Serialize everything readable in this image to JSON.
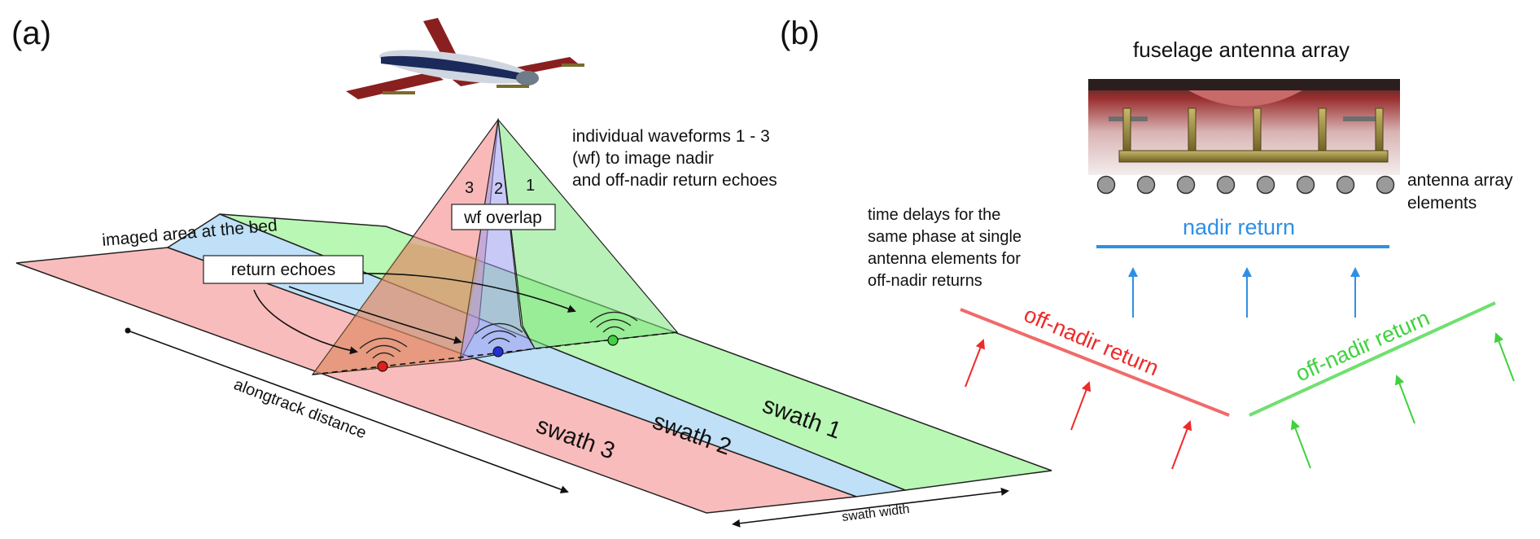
{
  "panel_a": {
    "label": "(a)",
    "waveform_description": [
      "individual waveforms 1 - 3",
      "(wf) to image nadir",
      "and off-nadir return echoes"
    ],
    "waveform_numbers": [
      "3",
      "2",
      "1"
    ],
    "wf_overlap_label": "wf overlap",
    "imaged_area_label": "imaged area at the bed",
    "return_echoes_label": "return echoes",
    "swaths": [
      "swath 1",
      "swath 2",
      "swath 3"
    ],
    "alongtrack_label": "alongtrack distance",
    "swath_width_label": "swath width"
  },
  "panel_b": {
    "label": "(b)",
    "title": "fuselage antenna array",
    "antenna_elements_label": [
      "antenna array",
      "elements"
    ],
    "nadir_return_label": "nadir return",
    "off_nadir_left_label": "off-nadir return",
    "off_nadir_right_label": "off-nadir return",
    "time_delay_description": [
      "time delays for the",
      "same phase at single",
      "antenna elements for",
      "off-nadir returns"
    ]
  },
  "colors": {
    "swath1": "#b9f7b4",
    "swath2": "#bfe0f7",
    "swath3": "#f9bcbc",
    "red": "#ee2a2a",
    "blue": "#2f8fe6",
    "green": "#3fd23f"
  }
}
